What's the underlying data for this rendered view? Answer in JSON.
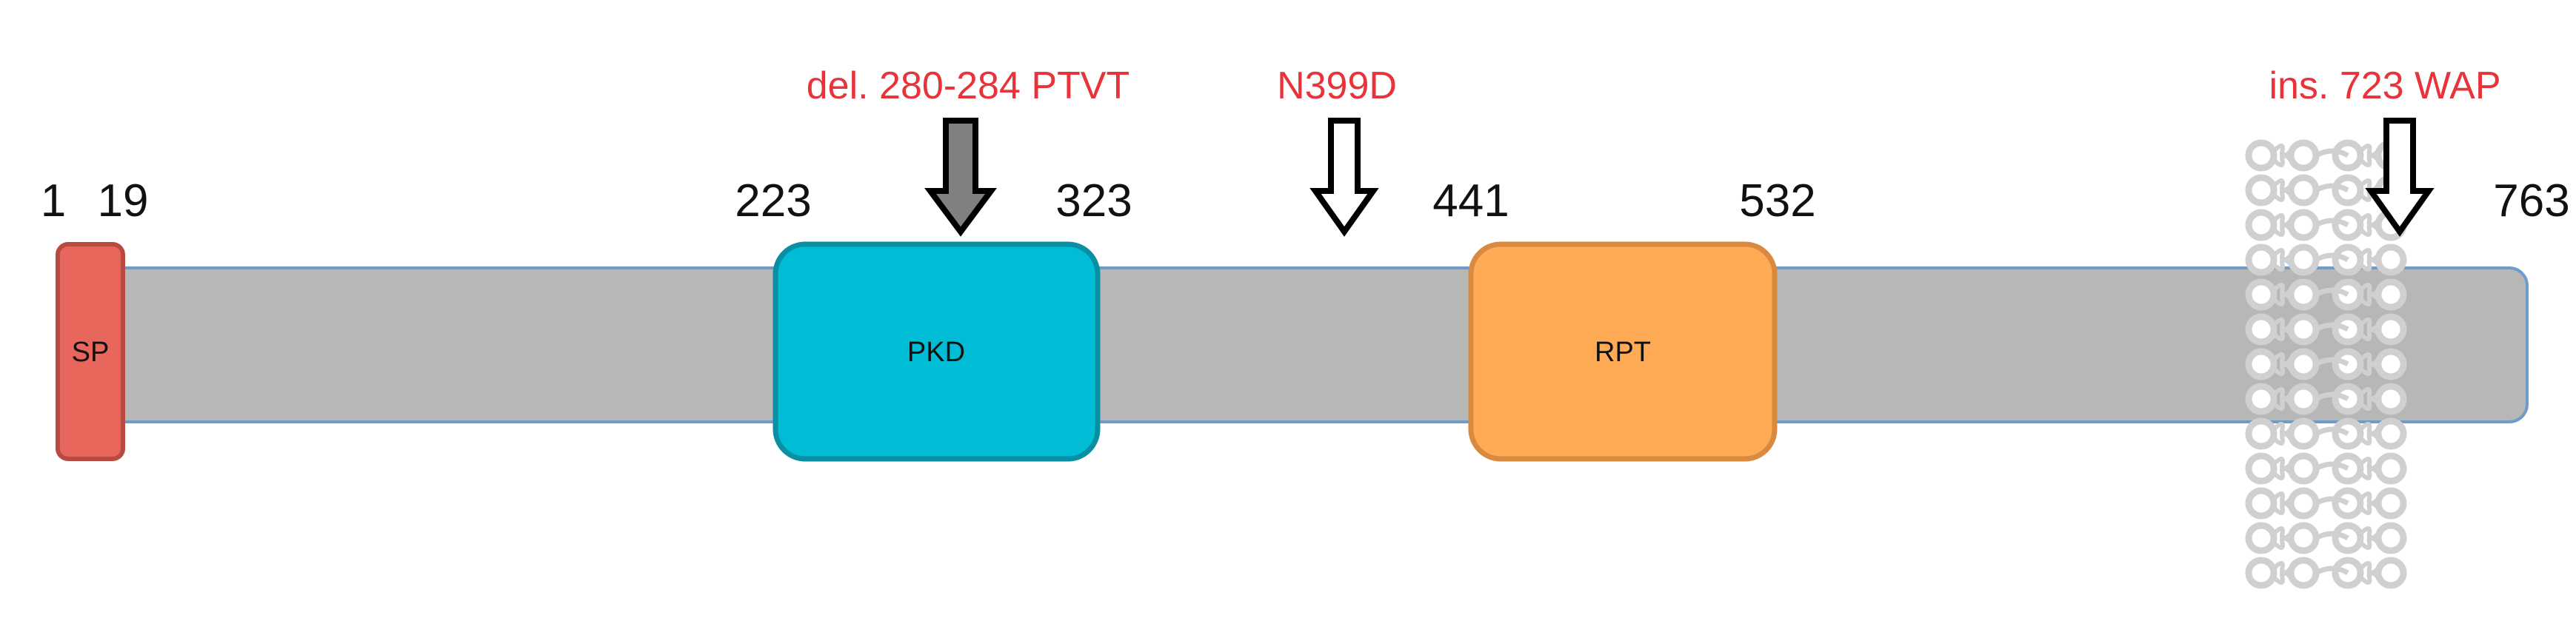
{
  "protein": {
    "length": 763,
    "backbone_color": "#b7b7b7",
    "backbone_border": "#6e9bc9",
    "domains": [
      {
        "label": "SP",
        "start": 1,
        "end": 19,
        "fill": "#e8675c",
        "stroke": "#b84a42"
      },
      {
        "label": "PKD",
        "start": 223,
        "end": 323,
        "fill": "#00bcd4",
        "stroke": "#0a8ea3"
      },
      {
        "label": "RPT",
        "start": 441,
        "end": 532,
        "fill": "#ffaa55",
        "stroke": "#d98a3e"
      }
    ],
    "position_labels": [
      "1",
      "19",
      "223",
      "323",
      "441",
      "532",
      "763"
    ]
  },
  "mutations": [
    {
      "label": "del. 280-284 PTVT",
      "position": 280,
      "arrow_style": "filled",
      "arrow_fill": "#808080",
      "text_color": "#e8333a"
    },
    {
      "label": "N399D",
      "position": 399,
      "arrow_style": "hollow",
      "arrow_fill": "#ffffff",
      "text_color": "#e8333a"
    },
    {
      "label": "ins. 723 WAP",
      "position": 723,
      "arrow_style": "hollow",
      "arrow_fill": "#ffffff",
      "text_color": "#e8333a"
    }
  ],
  "membrane": {
    "icon": "lipid-bilayer-icon",
    "color": "#d0d0d0"
  }
}
